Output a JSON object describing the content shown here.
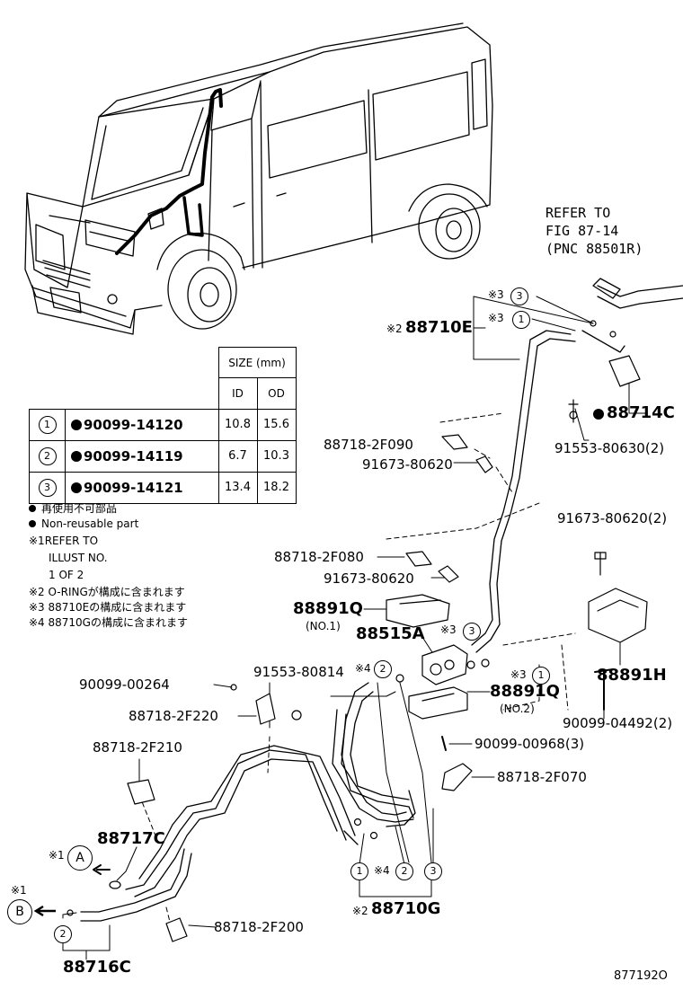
{
  "diagram": {
    "refer": {
      "line1": "REFER TO",
      "line2": "FIG 87-14",
      "line3": "(PNC 88501R)"
    },
    "spec_table": {
      "size_header": "SIZE (mm)",
      "col_id": "ID",
      "col_od": "OD",
      "rows": [
        {
          "idx": "1",
          "part": "90099-14120",
          "id": "10.8",
          "od": "15.6"
        },
        {
          "idx": "2",
          "part": "90099-14119",
          "id": "6.7",
          "od": "10.3"
        },
        {
          "idx": "3",
          "part": "90099-14121",
          "id": "13.4",
          "od": "18.2"
        }
      ]
    },
    "notes": {
      "n1": "再使用不可部品",
      "n2": "Non-reusable part",
      "n3": "※1REFER TO",
      "n4": "ILLUST NO.",
      "n5": "1 OF 2",
      "n6": "※2 O-RINGが構成に含まれます",
      "n7": "※3 88710Eの構成に含まれます",
      "n8": "※4 88710Gの構成に含まれます"
    },
    "labels": {
      "l_88710E": "88710E",
      "l_88710E_mark": "※2",
      "l_x3_a": "※3",
      "l_x3_b": "※3",
      "l_88714C": "88714C",
      "l_91553_80630": "91553-80630(2)",
      "l_88718_2F090": "88718-2F090",
      "l_91673_80620a": "91673-80620",
      "l_91673_80620_2": "91673-80620(2)",
      "l_88718_2F080": "88718-2F080",
      "l_91673_80620b": "91673-80620",
      "l_88891Q1": "88891Q",
      "l_no1": "(NO.1)",
      "l_88515A": "88515A",
      "l_x3_c": "※3",
      "l_x4_a": "※4",
      "l_91553_80814": "91553-80814",
      "l_90099_00264": "90099-00264",
      "l_88718_2F220": "88718-2F220",
      "l_88891Q2": "88891Q",
      "l_no2": "(NO.2)",
      "l_x3_d": "※3",
      "l_88891H": "88891H",
      "l_90099_04492": "90099-04492(2)",
      "l_90099_00968": "90099-00968(3)",
      "l_88718_2F210": "88718-2F210",
      "l_88718_2F070": "88718-2F070",
      "l_88717C": "88717C",
      "l_x1_a": "※1",
      "l_A": "A",
      "l_x1_b": "※1",
      "l_B": "B",
      "l_x4_b": "※4",
      "l_88710G": "88710G",
      "l_88710G_mark": "※2",
      "l_88718_2F200": "88718-2F200",
      "l_88716C": "88716C",
      "l_figno": "877192O",
      "c1": "1",
      "c2": "2",
      "c3": "3"
    }
  }
}
